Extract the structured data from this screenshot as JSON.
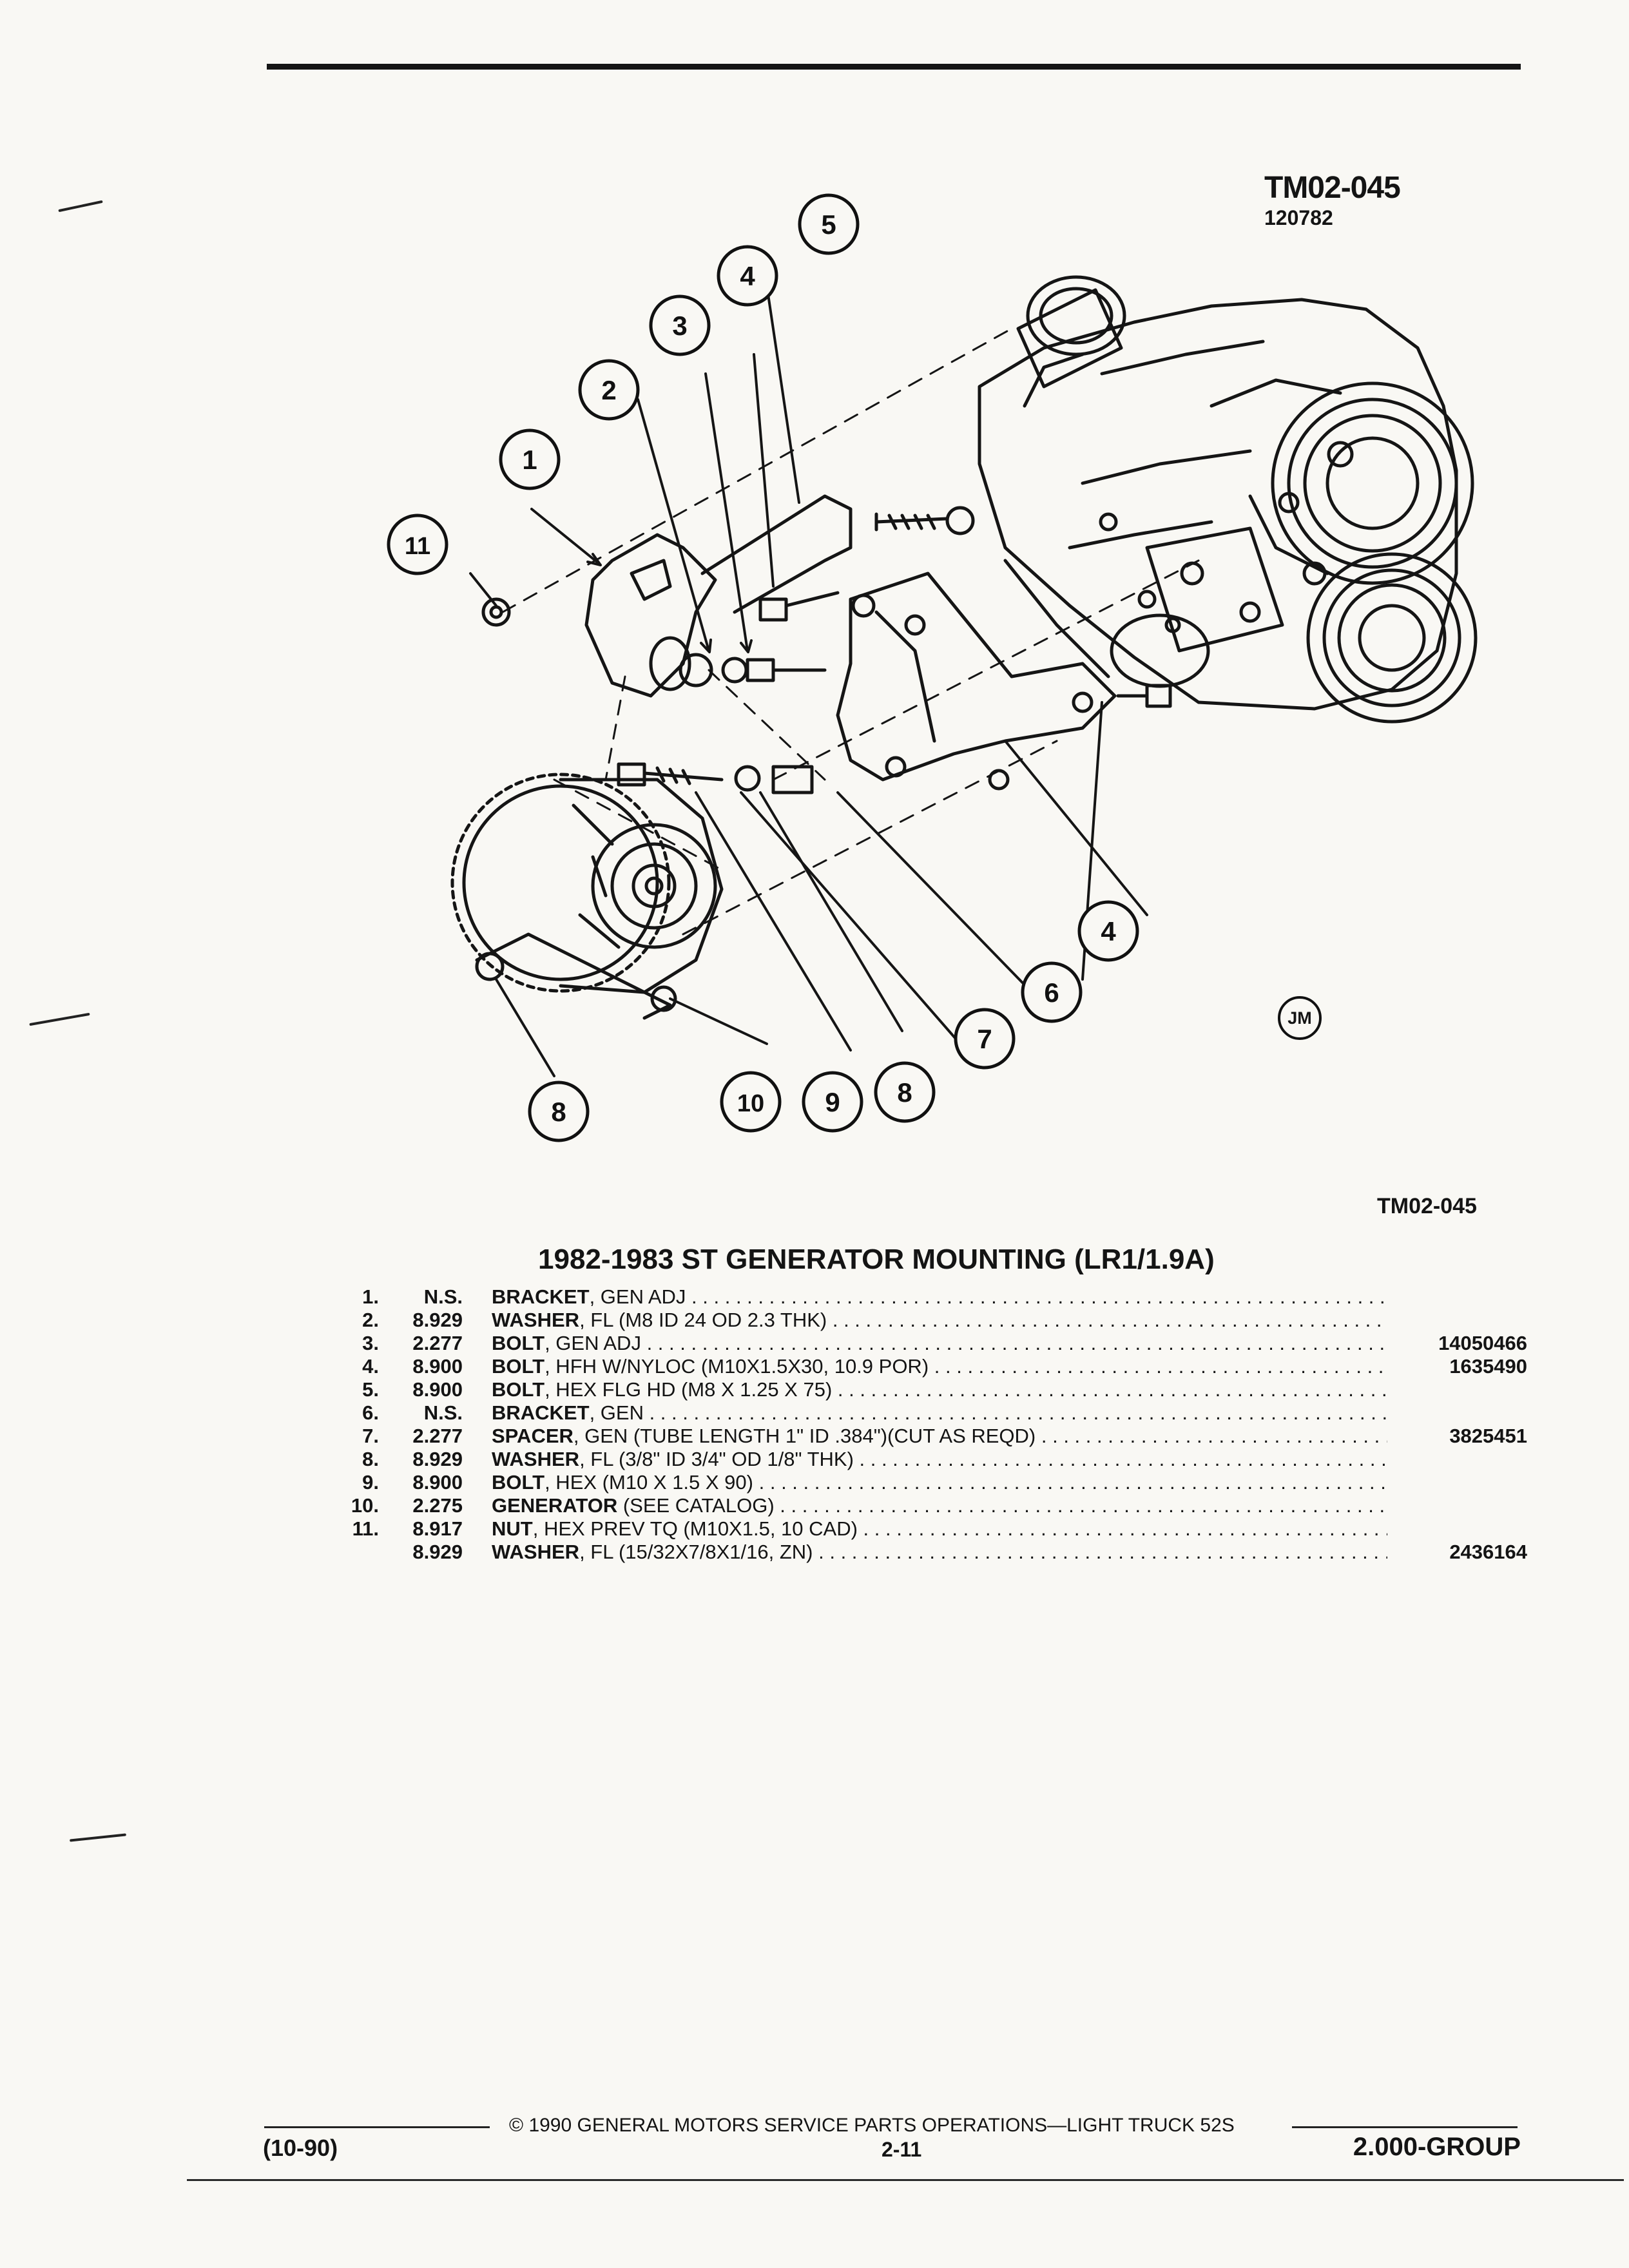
{
  "figure": {
    "code_top": "TM02-045",
    "code_date": "120782",
    "code_bottom": "TM02-045",
    "artist_mark": "JM",
    "callouts": [
      "1",
      "2",
      "3",
      "4",
      "5",
      "4",
      "6",
      "7",
      "8",
      "9",
      "10",
      "8",
      "11"
    ]
  },
  "title": "1982-1983 ST GENERATOR MOUNTING (LR1/1.9A)",
  "parts": [
    {
      "item": "1.",
      "group": "N.S.",
      "name": "BRACKET",
      "desc": ", GEN ADJ",
      "part": ""
    },
    {
      "item": "2.",
      "group": "8.929",
      "name": "WASHER",
      "desc": ", FL (M8 ID 24 OD 2.3 THK)",
      "part": ""
    },
    {
      "item": "3.",
      "group": "2.277",
      "name": "BOLT",
      "desc": ", GEN ADJ",
      "part": "14050466"
    },
    {
      "item": "4.",
      "group": "8.900",
      "name": "BOLT",
      "desc": ", HFH W/NYLOC (M10X1.5X30, 10.9 POR)",
      "part": "1635490"
    },
    {
      "item": "5.",
      "group": "8.900",
      "name": "BOLT",
      "desc": ", HEX FLG HD (M8 X 1.25 X 75)",
      "part": ""
    },
    {
      "item": "6.",
      "group": "N.S.",
      "name": "BRACKET",
      "desc": ", GEN",
      "part": ""
    },
    {
      "item": "7.",
      "group": "2.277",
      "name": "SPACER",
      "desc": ", GEN (TUBE LENGTH 1\" ID .384\")(CUT AS REQD)",
      "part": "3825451"
    },
    {
      "item": "8.",
      "group": "8.929",
      "name": "WASHER",
      "desc": ", FL (3/8\" ID 3/4\" OD 1/8\" THK)",
      "part": ""
    },
    {
      "item": "9.",
      "group": "8.900",
      "name": "BOLT",
      "desc": ", HEX (M10 X 1.5 X 90)",
      "part": ""
    },
    {
      "item": "10.",
      "group": "2.275",
      "name": "GENERATOR",
      "desc": " (SEE CATALOG)",
      "part": ""
    },
    {
      "item": "11.",
      "group": "8.917",
      "name": "NUT",
      "desc": ", HEX PREV TQ (M10X1.5, 10 CAD)",
      "part": ""
    },
    {
      "item": "",
      "group": "8.929",
      "name": "WASHER",
      "desc": ", FL (15/32X7/8X1/16, ZN)",
      "part": "2436164"
    }
  ],
  "footer": {
    "copyright": "© 1990 GENERAL MOTORS SERVICE PARTS OPERATIONS—LIGHT TRUCK 52S",
    "revision": "(10-90)",
    "page": "2-11",
    "group": "2.000-GROUP"
  }
}
